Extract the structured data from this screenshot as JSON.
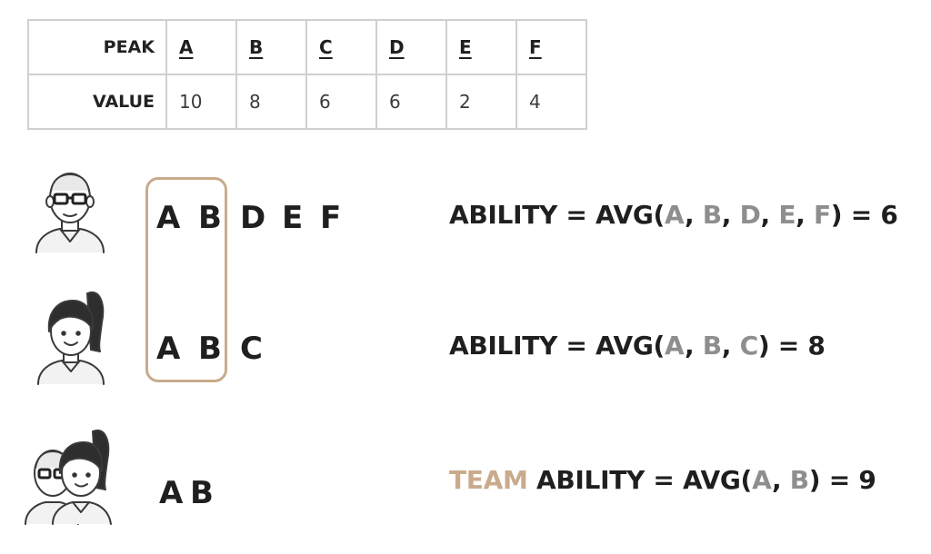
{
  "table": {
    "header_label": "PEAK",
    "value_label": "VALUE",
    "peaks": [
      "A",
      "B",
      "C",
      "D",
      "E",
      "F"
    ],
    "values": [
      "10",
      "8",
      "6",
      "6",
      "2",
      "4"
    ]
  },
  "rows": [
    {
      "peaks": [
        "A",
        "B",
        "D",
        "E",
        "F"
      ],
      "formula": {
        "prefix": "",
        "lhs": "ABILITY = AVG(",
        "args": [
          "A",
          "B",
          "D",
          "E",
          "F"
        ],
        "rhs": ") = 6"
      }
    },
    {
      "peaks": [
        "A",
        "B",
        "C"
      ],
      "formula": {
        "prefix": "",
        "lhs": "ABILITY = AVG(",
        "args": [
          "A",
          "B",
          "C"
        ],
        "rhs": ") = 8"
      }
    },
    {
      "peaks": [
        "A",
        "B"
      ],
      "formula": {
        "prefix": "TEAM",
        "lhs": "ABILITY = AVG(",
        "args": [
          "A",
          "B"
        ],
        "rhs": ") = 9"
      }
    }
  ],
  "colors": {
    "accent": "#c9ab8c",
    "muted": "#8e8e8e",
    "text": "#1f1f1f",
    "grid": "#d0d0d0"
  }
}
